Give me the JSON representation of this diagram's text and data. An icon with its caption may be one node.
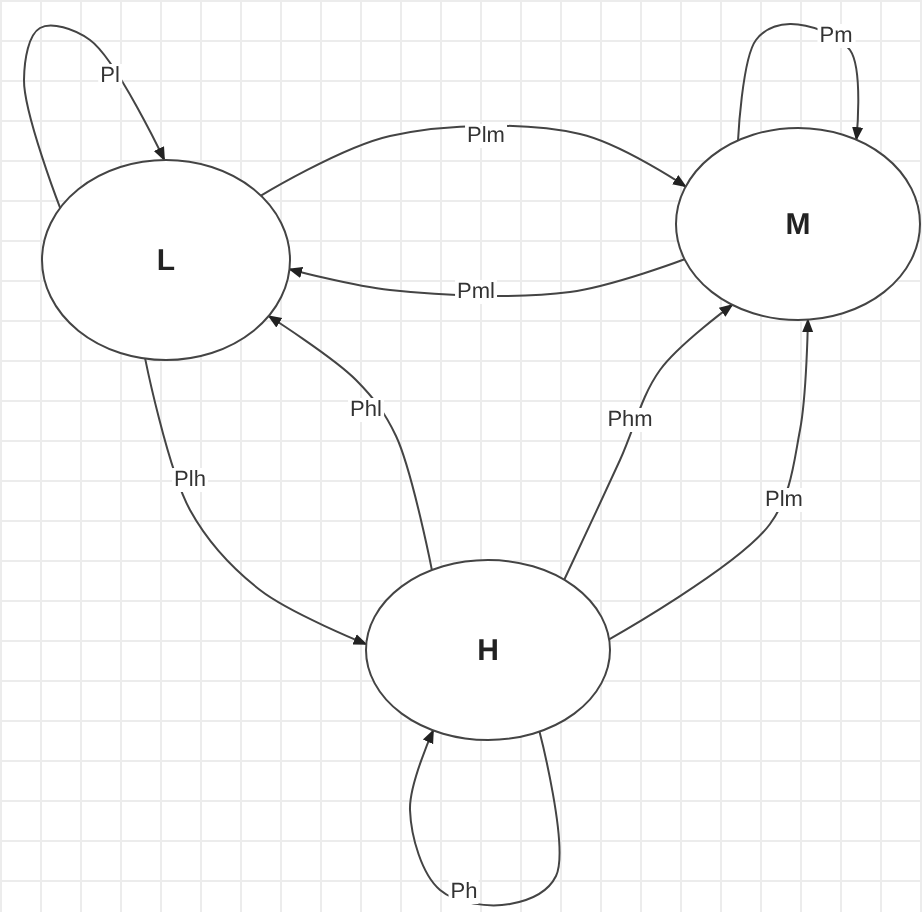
{
  "diagram": {
    "nodes": [
      {
        "text": [
          "L"
        ]
      },
      {
        "text": [
          "M"
        ]
      },
      {
        "text": [
          "H"
        ]
      }
    ],
    "edges": [
      {
        "from": 0,
        "to": 0,
        "arrow": "to",
        "label": "Pl"
      },
      {
        "from": 0,
        "to": 1,
        "arrow": "to",
        "label": "Plm"
      },
      {
        "from": 1,
        "to": 0,
        "arrow": "to",
        "label": "Pml"
      },
      {
        "from": 1,
        "to": 1,
        "arrow": "to",
        "label": "Pm"
      },
      {
        "from": 0,
        "to": 2,
        "arrow": "to",
        "label": "Plh"
      },
      {
        "from": 2,
        "to": 0,
        "arrow": "to",
        "label": "Phl"
      },
      {
        "from": 2,
        "to": 1,
        "arrow": "to",
        "label": "Phm"
      },
      {
        "from": 2,
        "to": 1,
        "arrow": "to",
        "label": "Plm"
      },
      {
        "from": 2,
        "to": 2,
        "arrow": "to",
        "label": "Ph"
      }
    ]
  }
}
